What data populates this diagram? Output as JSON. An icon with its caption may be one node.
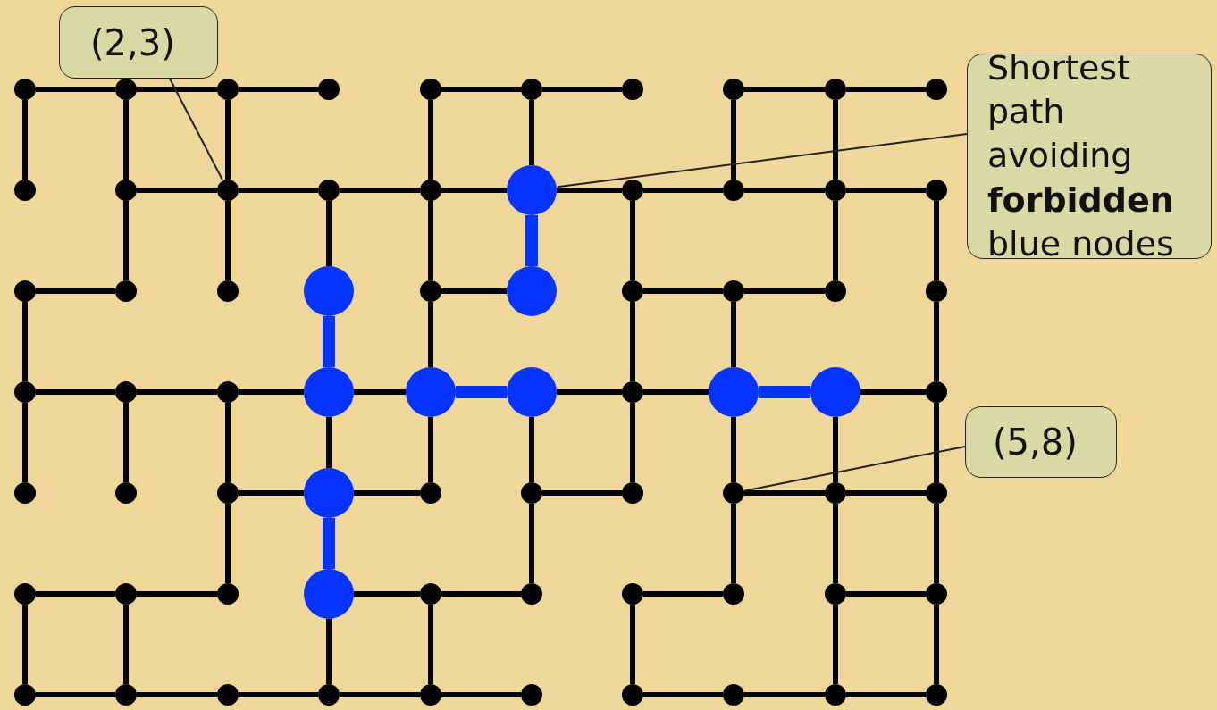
{
  "diagram": {
    "nodes": [
      {
        "text": [
          "(2,3)"
        ]
      },
      {
        "text": [
          "Shortest path avoiding **forbidden** blue nodes"
        ]
      },
      {
        "text": [
          "(5,8)"
        ]
      },
      {
        "text": [],
        "shape": "circle"
      },
      {
        "text": [],
        "shape": "circle"
      },
      {
        "text": [],
        "shape": "circle"
      },
      {
        "text": [],
        "shape": "circle"
      },
      {
        "text": [],
        "shape": "circle"
      },
      {
        "text": [],
        "shape": "circle"
      },
      {
        "text": [],
        "shape": "circle"
      },
      {
        "text": [],
        "shape": "circle"
      },
      {
        "text": [],
        "shape": "circle"
      },
      {
        "text": [],
        "shape": "circle"
      },
      {
        "text": [],
        "shape": "circle"
      },
      {
        "text": [],
        "shape": "circle"
      },
      {
        "text": [],
        "shape": "circle"
      },
      {
        "text": [],
        "shape": "circle"
      },
      {
        "text": [],
        "shape": "circle"
      },
      {
        "text": [],
        "shape": "circle"
      },
      {
        "text": [],
        "shape": "circle"
      },
      {
        "text": [],
        "shape": "circle"
      },
      {
        "text": [],
        "shape": "circle"
      },
      {
        "text": [],
        "shape": "circle"
      },
      {
        "text": [],
        "shape": "circle"
      },
      {
        "text": [],
        "shape": "circle"
      },
      {
        "text": [],
        "shape": "circle"
      },
      {
        "text": [],
        "shape": "circle"
      },
      {
        "text": [],
        "shape": "circle"
      },
      {
        "text": [],
        "shape": "circle"
      },
      {
        "text": [],
        "shape": "circle"
      },
      {
        "text": [],
        "shape": "circle"
      },
      {
        "text": [],
        "shape": "circle"
      },
      {
        "text": [],
        "shape": "circle"
      },
      {
        "text": [],
        "shape": "circle"
      },
      {
        "text": [],
        "shape": "circle"
      },
      {
        "text": [],
        "shape": "circle"
      },
      {
        "text": [],
        "shape": "circle"
      },
      {
        "text": [],
        "shape": "circle"
      },
      {
        "text": [],
        "shape": "circle"
      },
      {
        "text": [],
        "shape": "circle"
      },
      {
        "text": [],
        "shape": "circle"
      },
      {
        "text": [],
        "shape": "circle"
      },
      {
        "text": [],
        "shape": "circle"
      },
      {
        "text": [],
        "shape": "circle"
      },
      {
        "text": [],
        "shape": "circle"
      },
      {
        "text": [],
        "shape": "circle"
      },
      {
        "text": [],
        "shape": "circle"
      },
      {
        "text": [],
        "shape": "circle"
      },
      {
        "text": [],
        "shape": "circle"
      },
      {
        "text": [],
        "shape": "circle"
      },
      {
        "text": [],
        "shape": "circle"
      },
      {
        "text": [],
        "shape": "circle"
      },
      {
        "text": [],
        "shape": "circle"
      },
      {
        "text": [],
        "shape": "circle"
      },
      {
        "text": [],
        "shape": "circle"
      },
      {
        "text": [],
        "shape": "circle"
      },
      {
        "text": [],
        "shape": "circle"
      },
      {
        "text": [],
        "shape": "circle"
      },
      {
        "text": [],
        "shape": "circle"
      },
      {
        "text": [],
        "shape": "circle"
      },
      {
        "text": [],
        "shape": "circle"
      },
      {
        "text": [],
        "shape": "circle"
      },
      {
        "text": [],
        "shape": "circle"
      },
      {
        "text": [],
        "shape": "circle"
      },
      {
        "text": [],
        "shape": "circle"
      },
      {
        "text": [],
        "shape": "circle"
      },
      {
        "text": [],
        "shape": "circle"
      },
      {
        "text": [],
        "shape": "circle"
      },
      {
        "text": [],
        "shape": "circle"
      },
      {
        "text": [],
        "shape": "circle"
      },
      {
        "text": [],
        "shape": "circle"
      },
      {
        "text": [],
        "shape": "circle"
      },
      {
        "text": [],
        "shape": "circle"
      }
    ],
    "edges": [
      {
        "from": 0,
        "to": 15,
        "arrow": "none"
      },
      {
        "from": 1,
        "to": 18,
        "arrow": "none"
      },
      {
        "from": 2,
        "to": 50,
        "arrow": "none"
      },
      {
        "from": 3,
        "to": 4,
        "arrow": "none"
      },
      {
        "from": 4,
        "to": 5,
        "arrow": "none"
      },
      {
        "from": 5,
        "to": 6,
        "arrow": "none"
      },
      {
        "from": 7,
        "to": 8,
        "arrow": "none"
      },
      {
        "from": 8,
        "to": 9,
        "arrow": "none"
      },
      {
        "from": 10,
        "to": 11,
        "arrow": "none"
      },
      {
        "from": 11,
        "to": 12,
        "arrow": "none"
      },
      {
        "from": 14,
        "to": 15,
        "arrow": "none"
      },
      {
        "from": 15,
        "to": 16,
        "arrow": "none"
      },
      {
        "from": 16,
        "to": 17,
        "arrow": "none"
      },
      {
        "from": 17,
        "to": 18,
        "arrow": "none"
      },
      {
        "from": 18,
        "to": 19,
        "arrow": "none"
      },
      {
        "from": 19,
        "to": 20,
        "arrow": "none"
      },
      {
        "from": 20,
        "to": 21,
        "arrow": "none"
      },
      {
        "from": 21,
        "to": 22,
        "arrow": "none"
      },
      {
        "from": 23,
        "to": 24,
        "arrow": "none"
      },
      {
        "from": 27,
        "to": 28,
        "arrow": "none"
      },
      {
        "from": 29,
        "to": 30,
        "arrow": "none"
      },
      {
        "from": 30,
        "to": 31,
        "arrow": "none"
      },
      {
        "from": 33,
        "to": 34,
        "arrow": "none"
      },
      {
        "from": 34,
        "to": 35,
        "arrow": "none"
      },
      {
        "from": 35,
        "to": 36,
        "arrow": "none"
      },
      {
        "from": 36,
        "to": 37,
        "arrow": "none"
      },
      {
        "from": 37,
        "to": 38,
        "arrow": "none",
        "style": "thick",
        "color": "#0033ff"
      },
      {
        "from": 38,
        "to": 39,
        "arrow": "none"
      },
      {
        "from": 39,
        "to": 40,
        "arrow": "none"
      },
      {
        "from": 40,
        "to": 41,
        "arrow": "none",
        "style": "thick",
        "color": "#0033ff"
      },
      {
        "from": 41,
        "to": 42,
        "arrow": "none"
      },
      {
        "from": 45,
        "to": 46,
        "arrow": "none"
      },
      {
        "from": 46,
        "to": 47,
        "arrow": "none"
      },
      {
        "from": 48,
        "to": 49,
        "arrow": "none"
      },
      {
        "from": 50,
        "to": 51,
        "arrow": "none"
      },
      {
        "from": 51,
        "to": 52,
        "arrow": "none"
      },
      {
        "from": 53,
        "to": 54,
        "arrow": "none"
      },
      {
        "from": 54,
        "to": 55,
        "arrow": "none"
      },
      {
        "from": 56,
        "to": 57,
        "arrow": "none"
      },
      {
        "from": 57,
        "to": 58,
        "arrow": "none"
      },
      {
        "from": 59,
        "to": 60,
        "arrow": "none"
      },
      {
        "from": 61,
        "to": 62,
        "arrow": "none"
      },
      {
        "from": 63,
        "to": 64,
        "arrow": "none"
      },
      {
        "from": 64,
        "to": 65,
        "arrow": "none"
      },
      {
        "from": 65,
        "to": 66,
        "arrow": "none"
      },
      {
        "from": 66,
        "to": 67,
        "arrow": "none"
      },
      {
        "from": 67,
        "to": 68,
        "arrow": "none"
      },
      {
        "from": 69,
        "to": 70,
        "arrow": "none"
      },
      {
        "from": 70,
        "to": 71,
        "arrow": "none"
      },
      {
        "from": 71,
        "to": 72,
        "arrow": "none"
      },
      {
        "from": 3,
        "to": 13,
        "arrow": "none"
      },
      {
        "from": 4,
        "to": 14,
        "arrow": "none"
      },
      {
        "from": 5,
        "to": 15,
        "arrow": "none"
      },
      {
        "from": 7,
        "to": 17,
        "arrow": "none"
      },
      {
        "from": 8,
        "to": 18,
        "arrow": "none"
      },
      {
        "from": 10,
        "to": 20,
        "arrow": "none"
      },
      {
        "from": 11,
        "to": 21,
        "arrow": "none"
      },
      {
        "from": 14,
        "to": 24,
        "arrow": "none"
      },
      {
        "from": 15,
        "to": 25,
        "arrow": "none"
      },
      {
        "from": 16,
        "to": 26,
        "arrow": "none"
      },
      {
        "from": 17,
        "to": 27,
        "arrow": "none"
      },
      {
        "from": 18,
        "to": 28,
        "arrow": "none",
        "style": "thick",
        "color": "#0033ff"
      },
      {
        "from": 19,
        "to": 29,
        "arrow": "none"
      },
      {
        "from": 21,
        "to": 31,
        "arrow": "none"
      },
      {
        "from": 22,
        "to": 32,
        "arrow": "none"
      },
      {
        "from": 23,
        "to": 33,
        "arrow": "none"
      },
      {
        "from": 26,
        "to": 36,
        "arrow": "none",
        "style": "thick",
        "color": "#0033ff"
      },
      {
        "from": 27,
        "to": 37,
        "arrow": "none"
      },
      {
        "from": 29,
        "to": 39,
        "arrow": "none"
      },
      {
        "from": 30,
        "to": 40,
        "arrow": "none"
      },
      {
        "from": 32,
        "to": 42,
        "arrow": "none"
      },
      {
        "from": 33,
        "to": 43,
        "arrow": "none"
      },
      {
        "from": 34,
        "to": 44,
        "arrow": "none"
      },
      {
        "from": 35,
        "to": 45,
        "arrow": "none"
      },
      {
        "from": 36,
        "to": 46,
        "arrow": "none"
      },
      {
        "from": 37,
        "to": 47,
        "arrow": "none"
      },
      {
        "from": 38,
        "to": 48,
        "arrow": "none"
      },
      {
        "from": 39,
        "to": 49,
        "arrow": "none"
      },
      {
        "from": 40,
        "to": 50,
        "arrow": "none"
      },
      {
        "from": 41,
        "to": 51,
        "arrow": "none"
      },
      {
        "from": 42,
        "to": 52,
        "arrow": "none"
      },
      {
        "from": 45,
        "to": 55,
        "arrow": "none"
      },
      {
        "from": 46,
        "to": 56,
        "arrow": "none",
        "style": "thick",
        "color": "#0033ff"
      },
      {
        "from": 48,
        "to": 58,
        "arrow": "none"
      },
      {
        "from": 50,
        "to": 60,
        "arrow": "none"
      },
      {
        "from": 51,
        "to": 61,
        "arrow": "none"
      },
      {
        "from": 52,
        "to": 62,
        "arrow": "none"
      },
      {
        "from": 53,
        "to": 63,
        "arrow": "none"
      },
      {
        "from": 54,
        "to": 64,
        "arrow": "none"
      },
      {
        "from": 56,
        "to": 66,
        "arrow": "none"
      },
      {
        "from": 57,
        "to": 67,
        "arrow": "none"
      },
      {
        "from": 59,
        "to": 69,
        "arrow": "none"
      },
      {
        "from": 61,
        "to": 71,
        "arrow": "none"
      },
      {
        "from": 62,
        "to": 72,
        "arrow": "none"
      }
    ]
  }
}
